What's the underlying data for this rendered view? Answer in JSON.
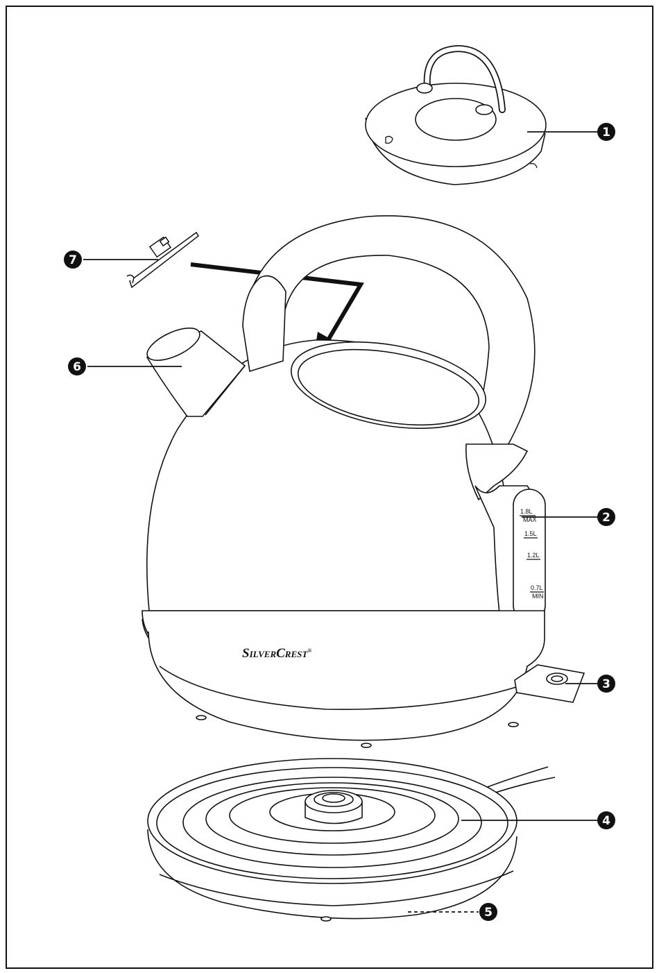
{
  "callouts": {
    "c1": "1",
    "c2": "2",
    "c3": "3",
    "c4": "4",
    "c5": "5",
    "c6": "6",
    "c7": "7"
  },
  "brand": {
    "s": "S",
    "ilver": "ILVER",
    "c": "C",
    "rest": "REST",
    "reg": "®"
  },
  "water_scale": {
    "max_value": "1.8L",
    "max_label": "MAX",
    "mark_15": "1.5L",
    "mark_12": "1.2L",
    "min_value": "0.7L",
    "min_label": "MIN"
  }
}
